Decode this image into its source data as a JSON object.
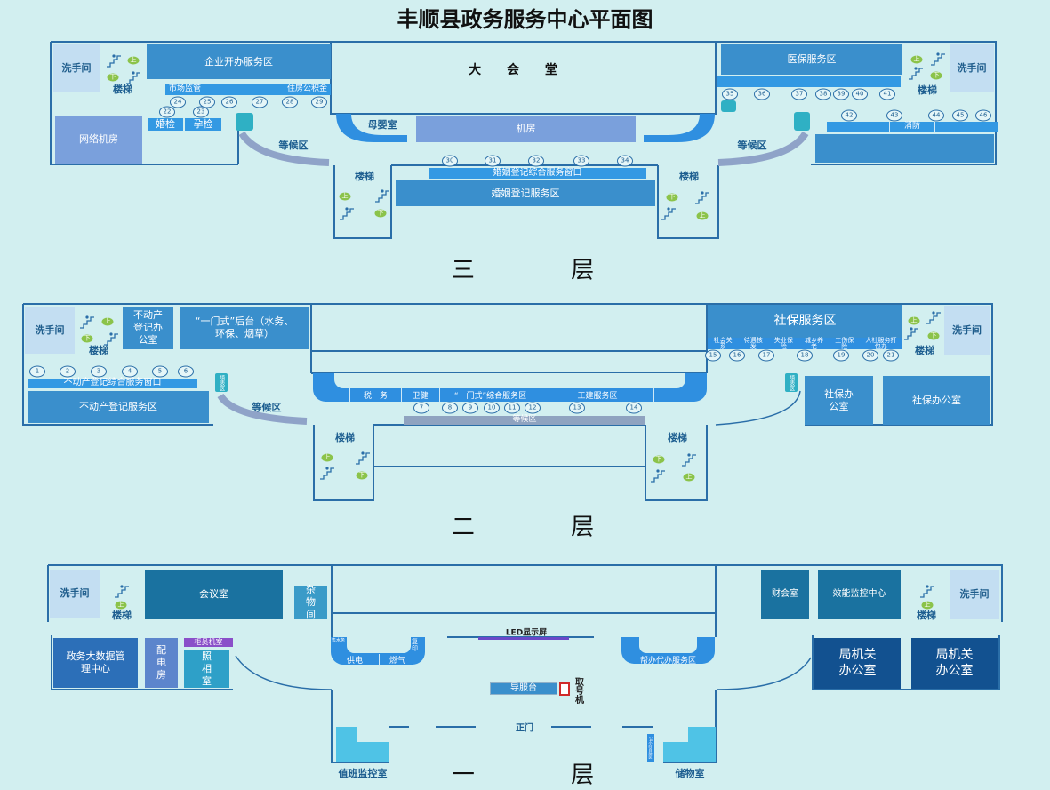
{
  "title": "丰顺县政务服务中心平面图",
  "common": {
    "wc": "洗手间",
    "stairs": "楼梯",
    "up": "上",
    "down": "下",
    "waiting": "等候区",
    "form": "填表区"
  },
  "f3": {
    "label": "三 层",
    "hall": "大 会 堂",
    "enterprise": "企业开办服务区",
    "market": "市场监管",
    "housing_fund": "住房公积金",
    "network_room": "网络机房",
    "marriage_check": "婚检",
    "pregnancy_check": "孕检",
    "nursing": "母婴室",
    "machine_room": "机房",
    "marriage_window": "婚姻登记综合服务窗口",
    "marriage_area": "婚姻登记服务区",
    "medical": "医保服务区",
    "fire": "消防",
    "nums": [
      "22",
      "23",
      "24",
      "25",
      "26",
      "27",
      "28",
      "29",
      "30",
      "31",
      "32",
      "33",
      "34",
      "35",
      "36",
      "37",
      "38",
      "39",
      "40",
      "41",
      "42",
      "43",
      "44",
      "45",
      "46"
    ]
  },
  "f2": {
    "label": "二 层",
    "realestate_office": "不动产登记办公室",
    "backoffice": "“一门式”后台（水务、环保、烟草）",
    "realestate_window": "不动产登记综合服务窗口",
    "realestate_area": "不动产登记服务区",
    "tax": "税　务",
    "health": "卫健",
    "onestop": "“一门式”综合服务区",
    "construction": "工建服务区",
    "social": "社保服务区",
    "social_sub": [
      "社会关系",
      "待遇核发",
      "失业保险",
      "城乡养老",
      "工伤保险",
      "人社服务打包办"
    ],
    "social_office_small": "社保办公室",
    "social_office": "社保办公室",
    "nums": [
      "1",
      "2",
      "3",
      "4",
      "5",
      "6",
      "7",
      "8",
      "9",
      "10",
      "11",
      "12",
      "13",
      "14",
      "15",
      "16",
      "17",
      "18",
      "19",
      "20",
      "21"
    ]
  },
  "f1": {
    "label": "一 层",
    "meeting": "会议室",
    "storage_misc": "杂物间",
    "bigdata": "政务大数据管理中心",
    "power_room": "配电房",
    "atm": "柜员机室",
    "photo": "照相室",
    "water": "售水务",
    "copy": "复印",
    "power": "供电",
    "gas": "燃气",
    "led": "LED显示屏",
    "agent": "帮办代办服务区",
    "guide": "导服台",
    "ticket": "取号机",
    "main_door": "正门",
    "monitor": "值班监控室",
    "storage": "储物室",
    "selfservice": "24小时自助区",
    "finance": "财会室",
    "efficiency": "效能监控中心",
    "bureau_office": "局机关办公室"
  },
  "colors": {
    "wall": "#2a6ea8",
    "room": "#3a8fcc",
    "strip": "#3399e3",
    "badge": "#8bc34a",
    "background": "#d2eff0"
  }
}
